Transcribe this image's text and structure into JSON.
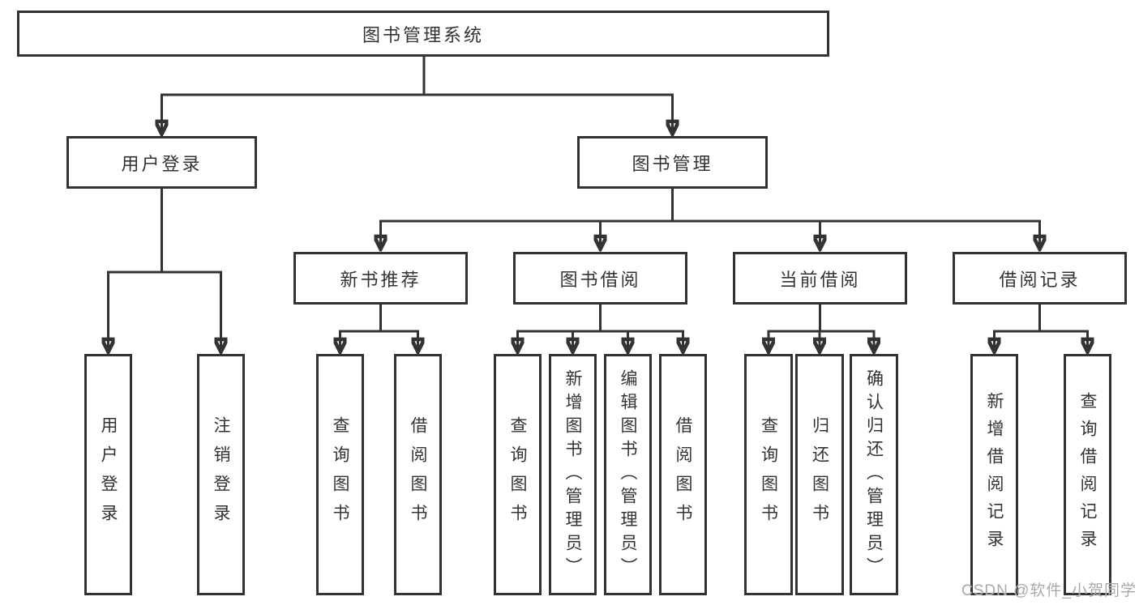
{
  "diagram": {
    "root": "图书管理系统",
    "level2": [
      {
        "label": "用户登录",
        "children": [
          "用户登录",
          "注销登录"
        ]
      },
      {
        "label": "图书管理"
      }
    ],
    "level3": [
      {
        "label": "新书推荐",
        "children": [
          "查询图书",
          "借阅图书"
        ]
      },
      {
        "label": "图书借阅",
        "children": [
          "查询图书",
          "新增图书（管理员）",
          "编辑图书（管理员）",
          "借阅图书"
        ]
      },
      {
        "label": "当前借阅",
        "children": [
          "查询图书",
          "归还图书",
          "确认归还（管理员）"
        ]
      },
      {
        "label": "借阅记录",
        "children": [
          "新增借阅记录",
          "查询借阅记录"
        ]
      }
    ]
  },
  "watermark": "CSDN @软件_小贺同学",
  "colors": {
    "line": "#333333",
    "box_border": "#333333",
    "text": "#333333",
    "watermark": "#a8a8a8",
    "background": "#ffffff"
  }
}
